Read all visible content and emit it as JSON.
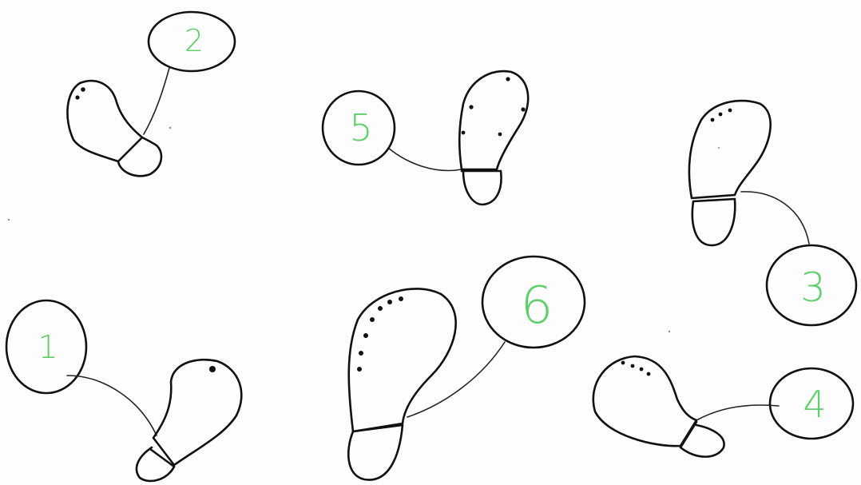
{
  "labels": {
    "step_1": "1",
    "step_2": "2",
    "step_3": "3",
    "step_4": "4",
    "step_5": "5",
    "step_6": "6"
  },
  "colors": {
    "ink": "#111111",
    "number": "#5fcf6a",
    "paper": "#fdfdfd"
  }
}
